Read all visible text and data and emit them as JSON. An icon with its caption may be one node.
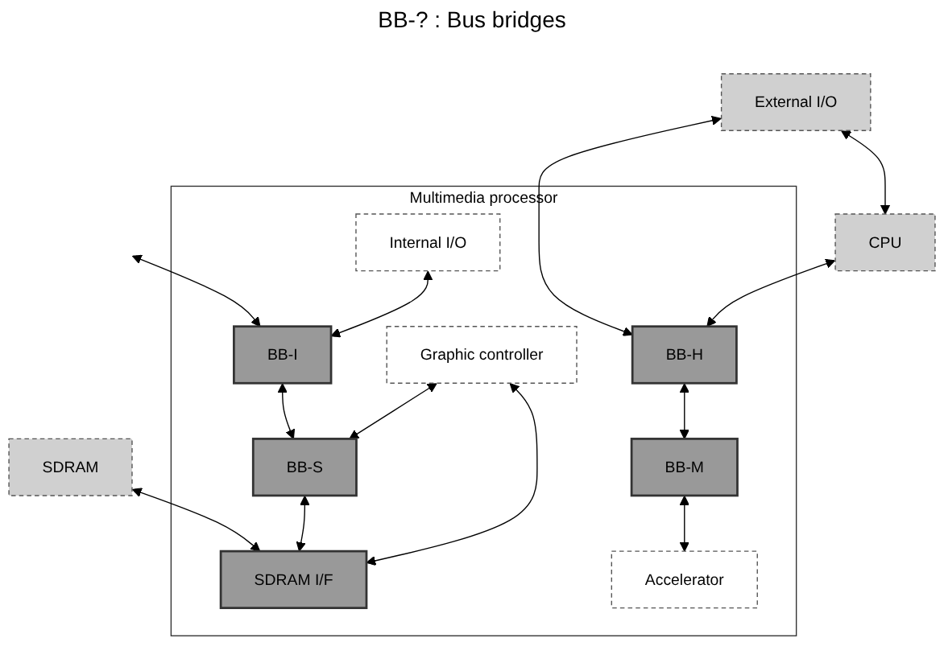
{
  "diagram": {
    "nodes": [
      {
        "text": [
          "External I/O"
        ]
      },
      {
        "text": [
          "CPU"
        ]
      },
      {
        "text": [
          "SDRAM"
        ]
      },
      {
        "text": [
          "Multimedia processor"
        ]
      },
      {
        "text": [
          "BB-H"
        ],
        "in": 3
      },
      {
        "text": [
          "BB-I"
        ],
        "in": 3
      },
      {
        "text": [
          "BB-S"
        ],
        "in": 3
      },
      {
        "text": [
          "SDRAM I/F"
        ],
        "in": 3
      },
      {
        "text": [
          "Internal I/O"
        ],
        "in": 3
      },
      {
        "text": [
          "BB-M"
        ],
        "in": 3
      },
      {
        "text": [
          "Accelerator"
        ],
        "in": 3
      },
      {
        "text": [
          "Graphic controller"
        ],
        "in": 3
      }
    ],
    "edges": [
      {
        "from": 0,
        "to": 1,
        "arrow": "both"
      },
      {
        "from": 0,
        "to": 4,
        "arrow": "both"
      },
      {
        "from": 1,
        "to": 4,
        "arrow": "both"
      },
      {
        "from": 2,
        "to": 7,
        "arrow": "both"
      },
      {
        "from": 4,
        "to": 9,
        "arrow": "both"
      },
      {
        "from": null,
        "to": 5,
        "arrow": "both"
      },
      {
        "from": 5,
        "to": 6,
        "arrow": "both"
      },
      {
        "from": 8,
        "to": 5,
        "arrow": "both"
      },
      {
        "from": 6,
        "to": 7,
        "arrow": "both"
      },
      {
        "from": 11,
        "to": 6,
        "arrow": "both"
      },
      {
        "from": 11,
        "to": 7,
        "arrow": "both"
      },
      {
        "from": 9,
        "to": 10,
        "arrow": "both"
      }
    ],
    "labels": [
      "BB-? : Bus bridges"
    ]
  }
}
